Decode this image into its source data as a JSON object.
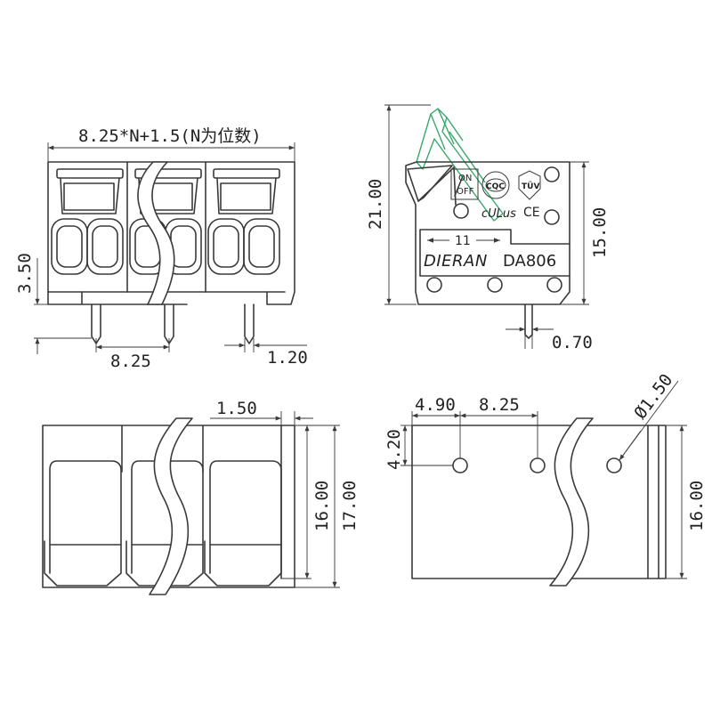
{
  "views": {
    "front": {
      "width_formula": "8.25*N+1.5(N为位数)",
      "height_label": "3.50",
      "pitch_label": "8.25",
      "pin_width_label": "1.20"
    },
    "side": {
      "total_height_label": "21.00",
      "body_height_label": "15.00",
      "pin_thickness_label": "0.70",
      "markings": {
        "switch_on": "ON",
        "switch_off": "OFF",
        "cqc": "CQC",
        "tuv": "TÜV",
        "ul": "cULus",
        "ce": "CE",
        "strip_length": "11",
        "brand": "DIERAN",
        "model": "DA806"
      }
    },
    "top": {
      "offset_label": "1.50",
      "depth_label": "16.00",
      "overall_depth_label": "17.00"
    },
    "bottom": {
      "edge_offset_label": "4.90",
      "pitch_label": "8.25",
      "hole_diameter_label": "Ø1.50",
      "row_offset_label": "4.20",
      "depth_label": "16.00"
    }
  },
  "colors": {
    "line": "#3a3a3a",
    "lever": "#3aa86b"
  }
}
